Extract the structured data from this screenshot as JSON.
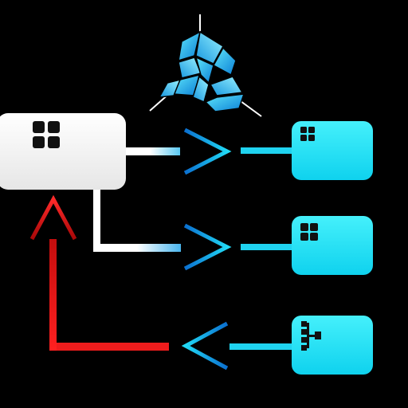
{
  "diagram": {
    "type": "network-flow-icon",
    "colors": {
      "background": "#000000",
      "source_node": "#ffffff",
      "target_node": "#1fe3f5",
      "return_flow": "#ee1c1c",
      "icon_dark": "#111111"
    },
    "nodes": [
      {
        "id": "source",
        "role": "source",
        "icon": "grid-2x2-icon"
      },
      {
        "id": "target-1",
        "role": "target",
        "icon": "grid-2x2-icon"
      },
      {
        "id": "target-2",
        "role": "target",
        "icon": "grid-2x2-icon"
      },
      {
        "id": "target-3",
        "role": "origin",
        "icon": "tree-hierarchy-icon"
      }
    ],
    "edges": [
      {
        "from": "source",
        "to": "target-1",
        "direction": "forward"
      },
      {
        "from": "source",
        "to": "target-2",
        "direction": "forward"
      },
      {
        "from": "target-3",
        "to": "source",
        "direction": "return"
      }
    ],
    "logo": {
      "icon": "crystal-tri-logo-icon"
    }
  }
}
